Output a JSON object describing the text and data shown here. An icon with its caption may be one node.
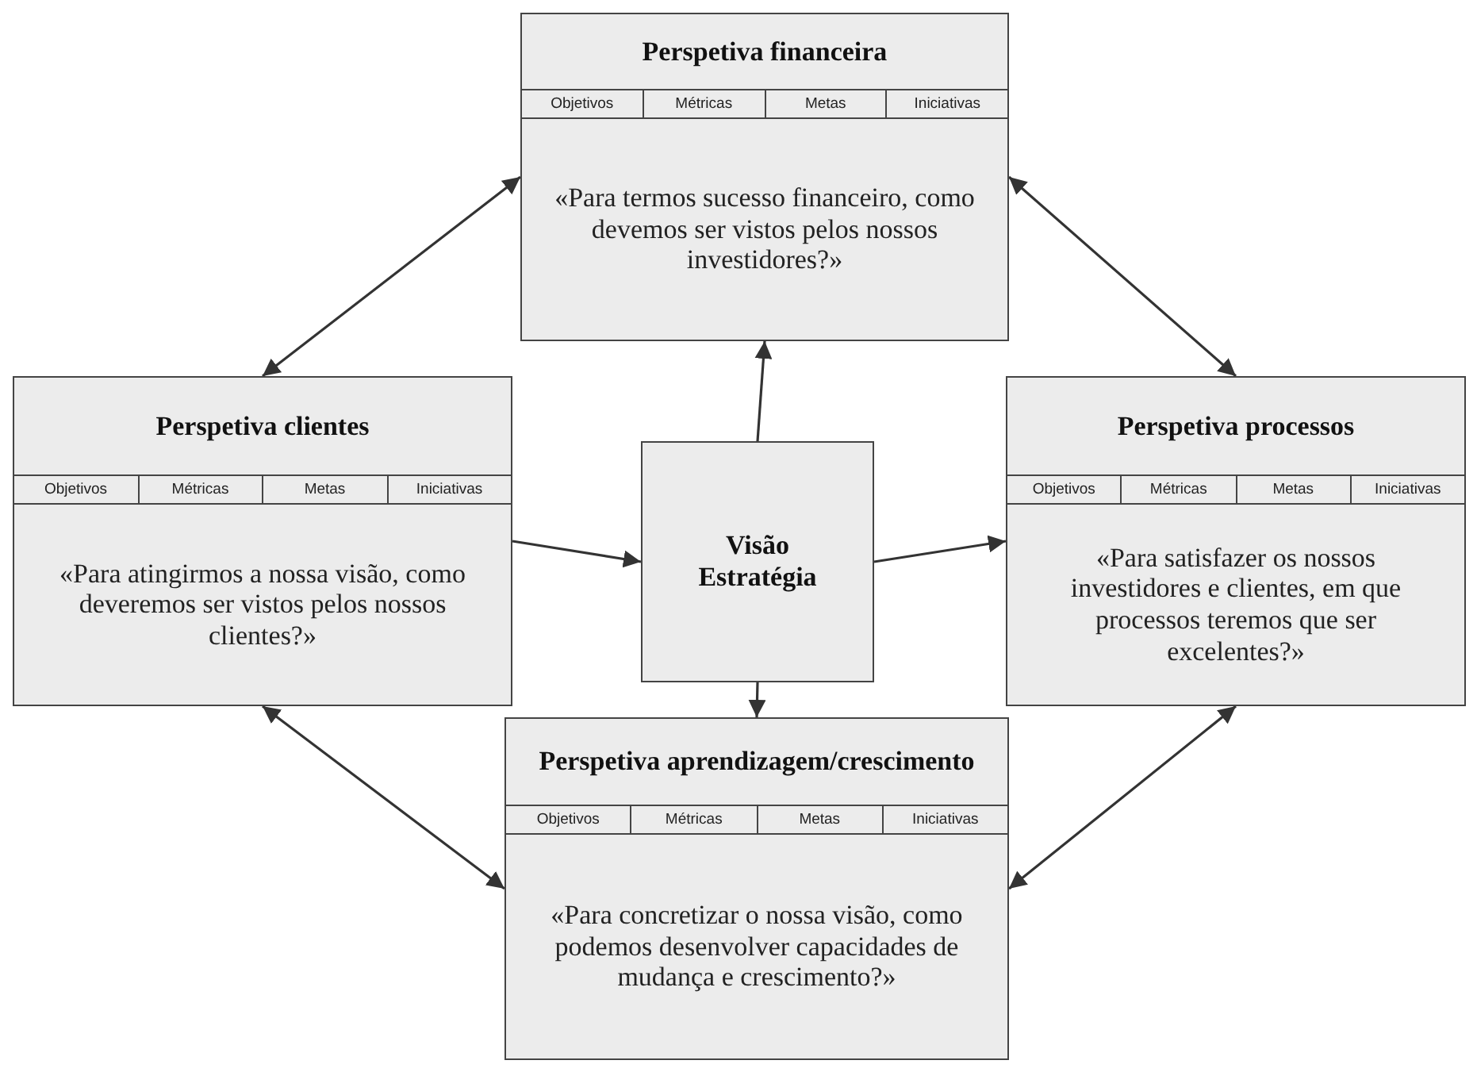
{
  "diagram": {
    "nodes": [
      {
        "text": [
          "Perspetiva financeira",
          "«Para termos sucesso financeiro, como devemos ser vistos pelos nossos investidores?»"
        ]
      },
      {
        "text": [
          "Objetivos"
        ],
        "in": 0
      },
      {
        "text": [
          "Métricas"
        ],
        "in": 0
      },
      {
        "text": [
          "Metas"
        ],
        "in": 0
      },
      {
        "text": [
          "Iniciativas"
        ],
        "in": 0
      },
      {
        "text": [
          "Perspetiva clientes",
          "«Para atingirmos a nossa visão, como deveremos ser vistos pelos nossos clientes?»"
        ]
      },
      {
        "text": [
          "Objetivos"
        ],
        "in": 5
      },
      {
        "text": [
          "Métricas"
        ],
        "in": 5
      },
      {
        "text": [
          "Metas"
        ],
        "in": 5
      },
      {
        "text": [
          "Iniciativas"
        ],
        "in": 5
      },
      {
        "text": [
          "Visão Estratégia"
        ]
      },
      {
        "text": [
          "Perspetiva processos",
          "«Para satisfazer os nossos investidores e clientes, em que processos teremos que ser excelentes?»"
        ]
      },
      {
        "text": [
          "Objetivos"
        ],
        "in": 11
      },
      {
        "text": [
          "Métricas"
        ],
        "in": 11
      },
      {
        "text": [
          "Metas"
        ],
        "in": 11
      },
      {
        "text": [
          "Iniciativas"
        ],
        "in": 11
      },
      {
        "text": [
          "Perspetiva aprendizagem/crescimento",
          "«Para concretizar o nossa visão, como podemos desenvolver capacidades de mudança e crescimento?»"
        ]
      },
      {
        "text": [
          "Objetivos"
        ],
        "in": 16
      },
      {
        "text": [
          "Métricas"
        ],
        "in": 16
      },
      {
        "text": [
          "Metas"
        ],
        "in": 16
      },
      {
        "text": [
          "Iniciativas"
        ],
        "in": 16
      }
    ],
    "edges": [
      {
        "from": 10,
        "to": 0,
        "arrow": "to"
      },
      {
        "from": 5,
        "to": 10,
        "arrow": "to"
      },
      {
        "from": 10,
        "to": 11,
        "arrow": "to"
      },
      {
        "from": 10,
        "to": 16,
        "arrow": "to"
      },
      {
        "from": 5,
        "to": 0,
        "arrow": "both"
      },
      {
        "from": 0,
        "to": 11,
        "arrow": "both"
      },
      {
        "from": 5,
        "to": 16,
        "arrow": "both"
      },
      {
        "from": 11,
        "to": 16,
        "arrow": "both"
      }
    ]
  }
}
